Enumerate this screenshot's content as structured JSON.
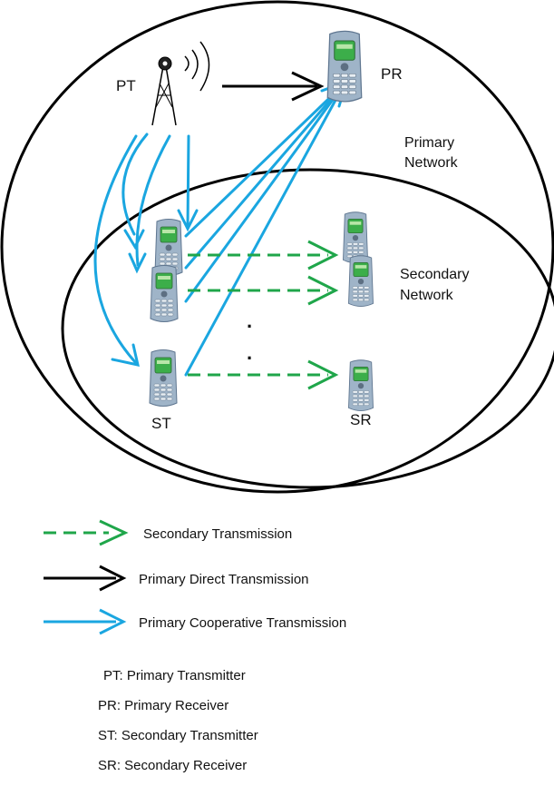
{
  "nodes": {
    "pt_label": "PT",
    "pr_label": "PR",
    "st_label": "ST",
    "sr_label": "SR",
    "ellipsis": "·"
  },
  "regions": {
    "primary_line1": "Primary",
    "primary_line2": "Network",
    "secondary_line1": "Secondary",
    "secondary_line2": "Network"
  },
  "legend": {
    "secondary": "Secondary Transmission",
    "primary_direct": "Primary  Direct Transmission",
    "primary_cooperative": "Primary Cooperative  Transmission"
  },
  "abbreviations": [
    "PT: Primary Transmitter",
    "PR: Primary Receiver",
    "ST: Secondary Transmitter",
    "SR: Secondary Receiver"
  ],
  "colors": {
    "secondary_arrow": "#1fa64a",
    "primary_direct_arrow": "#000000",
    "cooperative_arrow": "#1aa6e0",
    "phone_body": "#9fb4c8",
    "phone_screen": "#3cae4a"
  },
  "icons": {
    "transmitter": "tower-icon",
    "device": "phone-icon"
  }
}
